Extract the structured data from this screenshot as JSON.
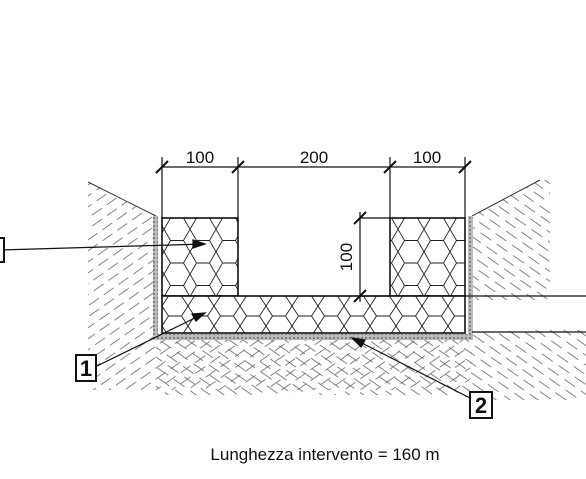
{
  "dimensions": {
    "left_width": "100",
    "gap_width": "200",
    "right_width": "100",
    "wall_height": "100"
  },
  "labels": {
    "item_1": "1",
    "item_2": "2"
  },
  "caption": "Lunghezza intervento = 160 m"
}
